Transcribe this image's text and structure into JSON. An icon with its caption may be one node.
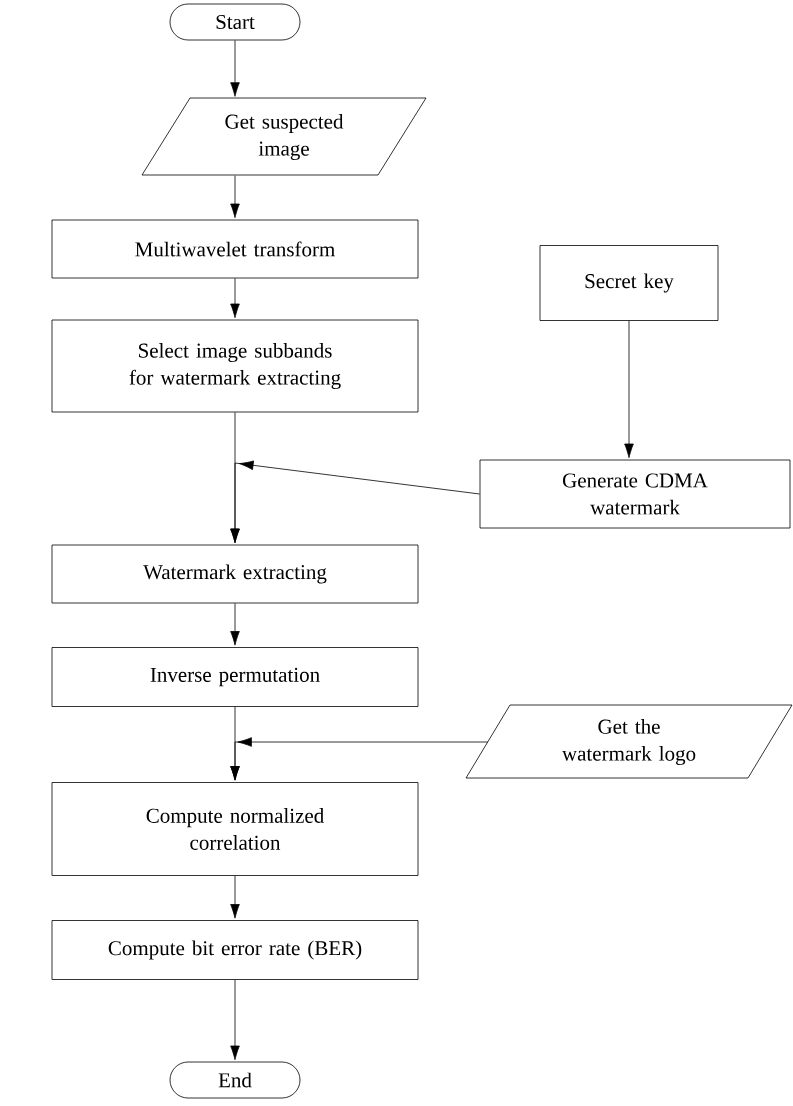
{
  "diagram": {
    "nodes": [
      {
        "text": [
          "Start"
        ]
      },
      {
        "text": [
          "Get suspected image"
        ]
      },
      {
        "text": [
          "Multiwavelet transform"
        ]
      },
      {
        "text": [
          "Select image subbands for watermark extracting"
        ]
      },
      {
        "text": [
          "Secret key"
        ]
      },
      {
        "text": [
          "Generate CDMA watermark"
        ]
      },
      {
        "text": [
          "Watermark extracting"
        ]
      },
      {
        "text": [
          "Inverse permutation"
        ]
      },
      {
        "text": [
          "Get the watermark logo"
        ]
      },
      {
        "text": [
          "Compute normalized correlation"
        ]
      },
      {
        "text": [
          "Compute bit error rate (BER)"
        ]
      },
      {
        "text": [
          "End"
        ]
      }
    ],
    "edges": [
      {
        "from": 0,
        "to": 1,
        "arrow": "to"
      },
      {
        "from": 1,
        "to": 2,
        "arrow": "to"
      },
      {
        "from": 2,
        "to": 3,
        "arrow": "to"
      },
      {
        "from": 4,
        "to": 5,
        "arrow": "to"
      },
      {
        "from": 3,
        "to": 6,
        "arrow": "to"
      },
      {
        "from": 5,
        "to": 6,
        "arrow": "to"
      },
      {
        "from": 6,
        "to": 7,
        "arrow": "to"
      },
      {
        "from": 7,
        "to": 9,
        "arrow": "to"
      },
      {
        "from": 8,
        "to": 9,
        "arrow": "to"
      },
      {
        "from": 9,
        "to": 10,
        "arrow": "to"
      },
      {
        "from": 10,
        "to": 11,
        "arrow": "to"
      }
    ]
  }
}
